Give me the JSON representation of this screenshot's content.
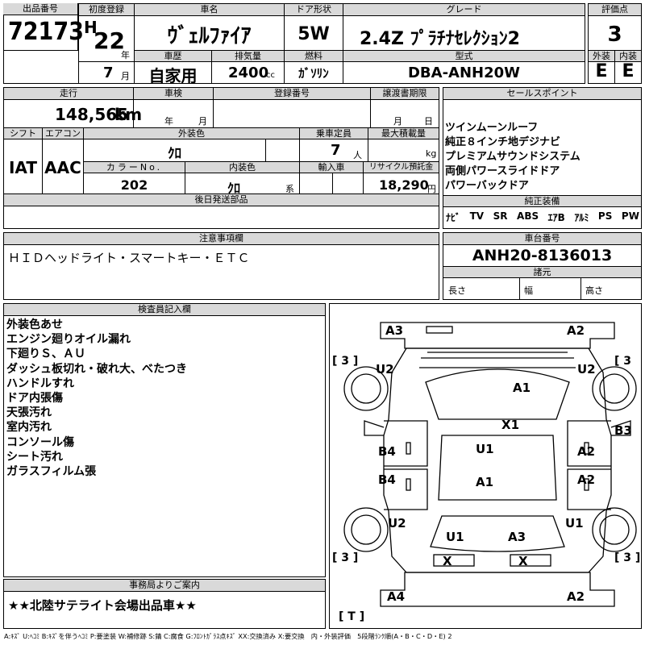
{
  "header": {
    "lot_label": "出品番号",
    "lot_value": "72173",
    "first_reg_label": "初度登録",
    "era": "H",
    "year": "22",
    "year_unit": "年",
    "month": "7",
    "month_unit": "月",
    "car_name_label": "車名",
    "car_name": "ｳﾞｪﾙﾌｧｲｱ",
    "history_label": "車歴",
    "history": "自家用",
    "displacement_label": "排気量",
    "displacement": "2400",
    "displacement_unit": "cc",
    "door_label": "ドア形状",
    "door": "5W",
    "fuel_label": "燃料",
    "fuel": "ｶﾞｿﾘﾝ",
    "grade_label": "グレード",
    "grade": "2.4Z ﾌﾟﾗﾁﾅｾﾚｸｼｮﾝ2",
    "model_label": "型式",
    "model": "DBA-ANH20W",
    "score_label": "評価点",
    "score": "3",
    "exterior_label": "外装",
    "exterior": "E",
    "interior_label": "内装",
    "interior": "E"
  },
  "specs": {
    "mileage_label": "走行",
    "mileage": "148,565",
    "mileage_unit": "km",
    "inspection_label": "車検",
    "inspection_year_unit": "年",
    "inspection_month_unit": "月",
    "regno_label": "登録番号",
    "transfer_label": "譲渡書期限",
    "transfer_month_unit": "月",
    "transfer_day_unit": "日",
    "shift_label": "シフト",
    "shift": "IAT",
    "aircon_label": "エアコン",
    "aircon": "AAC",
    "ext_color_label": "外装色",
    "ext_color": "ｸﾛ",
    "capacity_label": "乗車定員",
    "capacity": "7",
    "capacity_unit": "人",
    "max_load_label": "最大積載量",
    "max_load_unit": "kg",
    "color_no_label": "カラーNo.",
    "color_no": "202",
    "int_color_label": "内装色",
    "int_color": "ｸﾛ",
    "int_color_unit": "系",
    "import_label": "輸入車",
    "recycle_label": "リサイクル預託金",
    "recycle": "18,290",
    "recycle_unit": "円",
    "later_parts_label": "後日発送部品"
  },
  "sales": {
    "label": "セールスポイント",
    "points": [
      "ツインムーンルーフ",
      "純正８インチ地デジナビ",
      "プレミアムサウンドシステム",
      "両側パワースライドドア",
      "パワーバックドア"
    ],
    "equip_label": "純正装備",
    "equipment": [
      "ﾅﾋﾞ",
      "TV",
      "SR",
      "ABS",
      "ｴｱB",
      "ｱﾙﾐ",
      "PS",
      "PW"
    ]
  },
  "notes": {
    "label": "注意事項欄",
    "text": "ＨＩＤヘッドライト・スマートキー・ＥＴＣ"
  },
  "chassis": {
    "label": "車台番号",
    "value": "ANH20-8136013",
    "dims_label": "諸元",
    "length_label": "長さ",
    "width_label": "幅",
    "height_label": "高さ"
  },
  "inspector": {
    "label": "検査員記入欄",
    "lines": [
      "外装色あせ",
      "エンジン廻りオイル漏れ",
      "下廻りＳ、ＡＵ",
      "ダッシュ板切れ・破れ大、べたつき",
      "ハンドルすれ",
      "ドア内張傷",
      "天張汚れ",
      "室内汚れ",
      "コンソール傷",
      "シート汚れ",
      "ガラスフィルム張"
    ]
  },
  "office": {
    "label": "事務局よりご案内",
    "text": "★★北陸サテライト会場出品車★★"
  },
  "diagram": {
    "marks": [
      "A3",
      "A2",
      "U2",
      "U2",
      "A1",
      "X1",
      "B3",
      "B4",
      "U1",
      "A2",
      "B4",
      "A1",
      "A2",
      "U2",
      "U1",
      "U1",
      "A3",
      "X",
      "X",
      "A4",
      "A2"
    ],
    "tire_left_top": "[ 3 ]",
    "tire_right_top": "[ 3",
    "tire_left_bottom": "[ 3 ]",
    "tire_right_bottom": "[ 3 ]",
    "trunk": "[ T ]"
  },
  "legend": "A:ｷｽﾞ U:ﾍｺﾐ B:ｷｽﾞを伴うﾍｺﾐ P:要塗装 W:補修跡 S:錆 C:腐食 G:ﾌﾛﾝﾄｶﾞﾗｽ点ｷｽﾞ XX:交換済み X:要交換　内・外装評価　5段階ﾗﾝｸ順(A・B・C・D・E) 2",
  "colors": {
    "header_bg": "#d9d9d9",
    "border": "#000000"
  }
}
